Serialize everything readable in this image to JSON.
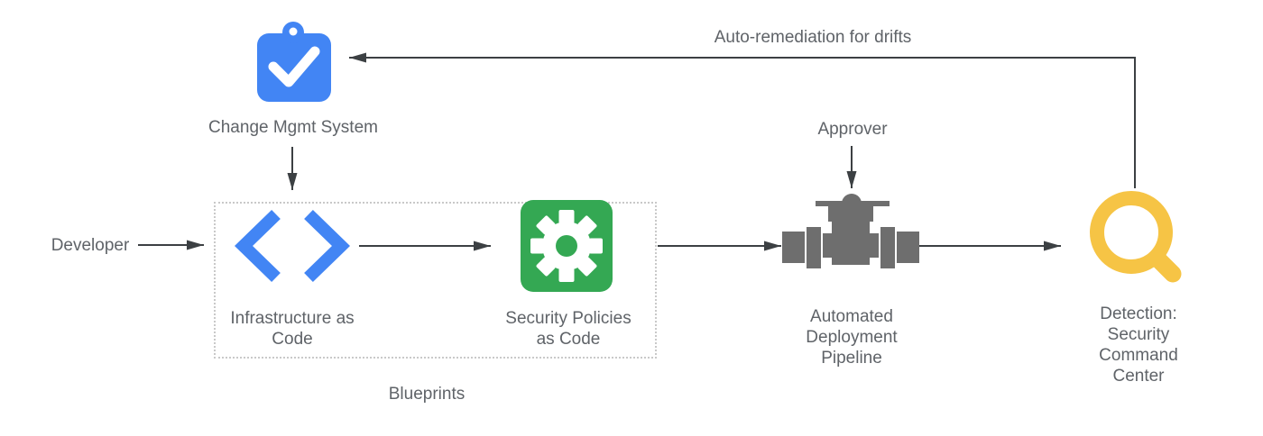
{
  "diagram": {
    "title": "Infrastructure as Code security workflow",
    "labels": {
      "developer": "Developer",
      "change_mgmt": "Change Mgmt System",
      "auto_remediation": "Auto-remediation for drifts",
      "infrastructure_as_code": "Infrastructure as\nCode",
      "security_policies_as_code": "Security Policies\nas Code",
      "blueprints": "Blueprints",
      "approver": "Approver",
      "pipeline": "Automated\nDeployment\nPipeline",
      "detection": "Detection:\nSecurity\nCommand Center"
    },
    "icons": {
      "change_mgmt": "clipboard-check-icon",
      "infrastructure_as_code": "code-brackets-icon",
      "security_policies_as_code": "gear-icon",
      "pipeline": "pipeline-valve-icon",
      "detection": "magnifier-icon"
    },
    "colors": {
      "blue": "#4285F4",
      "green": "#34A853",
      "yellow": "#F6C445",
      "gray_icon": "#6E6E6E",
      "text": "#5F6368",
      "line": "#3C4043",
      "dotted_border": "#C9C9C9",
      "background": "#FFFFFF"
    }
  }
}
